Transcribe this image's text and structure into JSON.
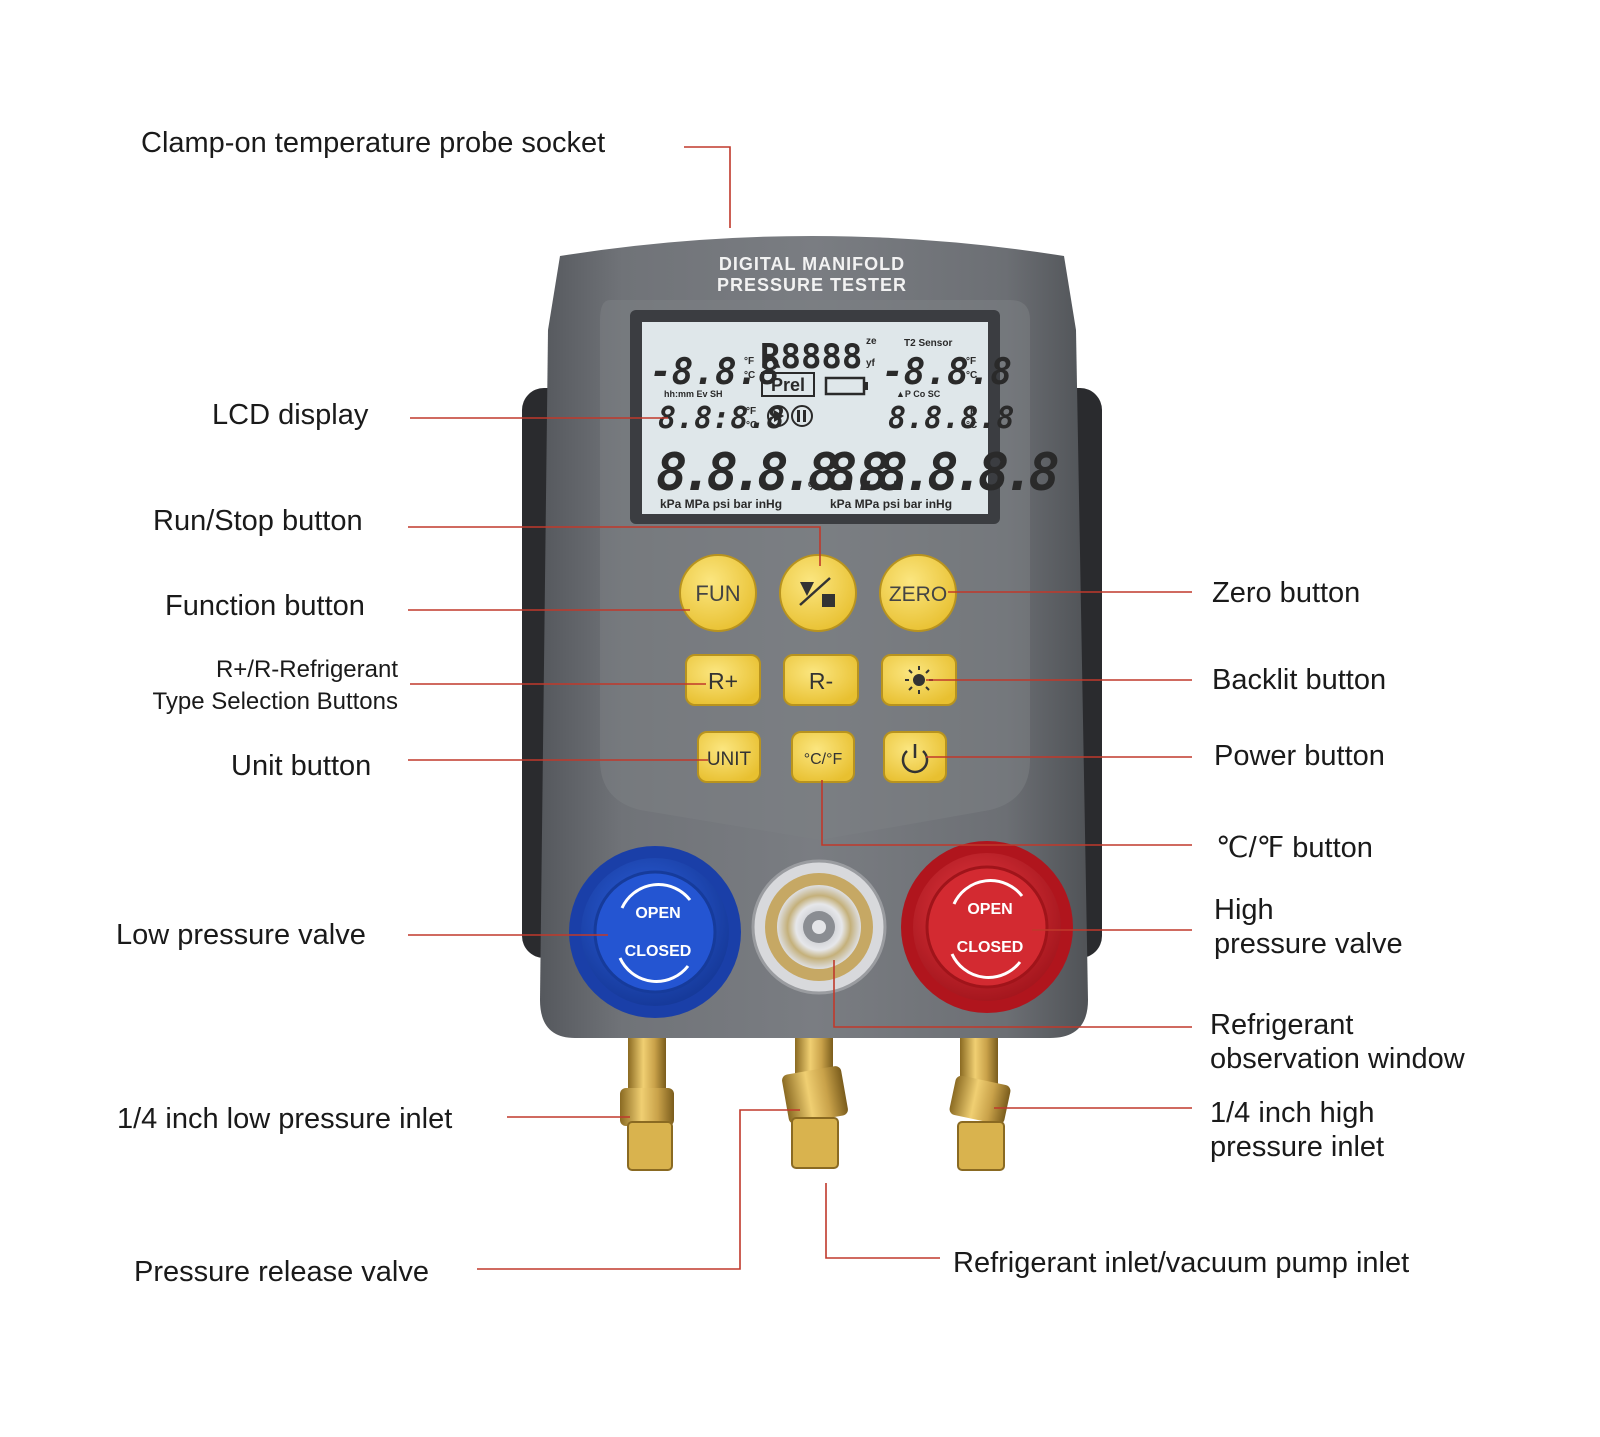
{
  "device": {
    "title_line1": "DIGITAL MANIFOLD",
    "title_line2": "PRESSURE TESTER"
  },
  "lcd": {
    "top_left_temp": "-8.8.8",
    "refrigerant": "R8888",
    "ze": "ze",
    "yf": "yf",
    "t2_sensor": "T2 Sensor",
    "top_right_temp": "-8.8.8",
    "prel": "Prel",
    "left_small_caption": "hh:mm Ev SH",
    "left_small_value": "8.8:8.8",
    "right_small_caption": "▲P  Co  SC",
    "right_small_value": "8.8.8.8",
    "left_pressure": "8.8.8.8.8.",
    "percent": "%",
    "right_pressure": "8.8.8.8.8",
    "left_units": "kPa MPa psi bar inHg",
    "right_units": "kPa MPa psi bar inHg",
    "unit_f": "°F",
    "unit_c": "°C"
  },
  "buttons": {
    "fun": "FUN",
    "zero": "ZERO",
    "r_plus": "R+",
    "r_minus": "R-",
    "unit": "UNIT",
    "cf": "°C/°F"
  },
  "valves": {
    "open": "OPEN",
    "closed": "CLOSED"
  },
  "colors": {
    "body": "#6b6e73",
    "button_yellow": "#f6d54a",
    "leader_line": "#c0392b",
    "low_valve": "#1f4fc4",
    "high_valve": "#d0202a",
    "brass": "#c9a24a"
  },
  "labels": {
    "clamp_probe": "Clamp-on temperature probe socket",
    "lcd_display": "LCD display",
    "run_stop": "Run/Stop button",
    "function": "Function button",
    "refrigerant_select": "R+/R-Refrigerant\nType Selection Buttons",
    "unit_button": "Unit button",
    "low_valve": "Low pressure valve",
    "low_inlet": "1/4 inch low pressure inlet",
    "release_valve": "Pressure release valve",
    "zero_button": "Zero button",
    "backlit_button": "Backlit button",
    "power_button": "Power button",
    "cf_button": "℃/℉  button",
    "high_valve": "High\npressure valve",
    "observation_window": "Refrigerant\nobservation window",
    "high_inlet": "1/4 inch high\npressure inlet",
    "vacuum_inlet": "Refrigerant inlet/vacuum pump inlet"
  }
}
